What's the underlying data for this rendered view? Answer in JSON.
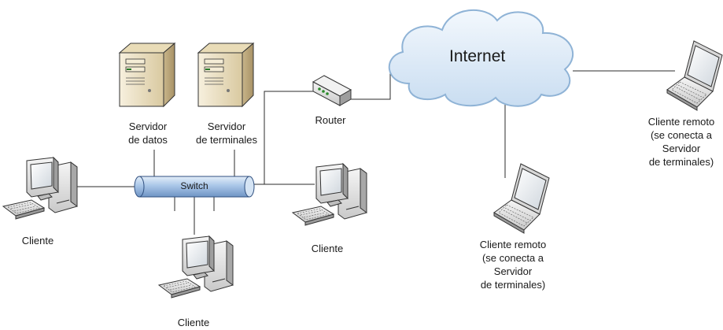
{
  "labels": {
    "internet": "Internet",
    "switch": "Switch",
    "router": "Router",
    "data_server": "Servidor\nde datos",
    "terminal_server": "Servidor\nde terminales",
    "client_left": "Cliente",
    "client_bottom": "Cliente",
    "client_right": "Cliente",
    "remote_client_bottom": "Cliente remoto\n(se conecta a\nServidor\nde terminales)",
    "remote_client_right": "Cliente remoto\n(se conecta a\nServidor\nde terminales)"
  },
  "colors": {
    "line": "#2b2b2b",
    "cloud_fill": "#dbeaf7",
    "cloud_stroke": "#8fb3d6",
    "switch_fill": "#a9c6e8",
    "server_fill": "#efe3c4",
    "device_fill": "#e6e6e6"
  }
}
